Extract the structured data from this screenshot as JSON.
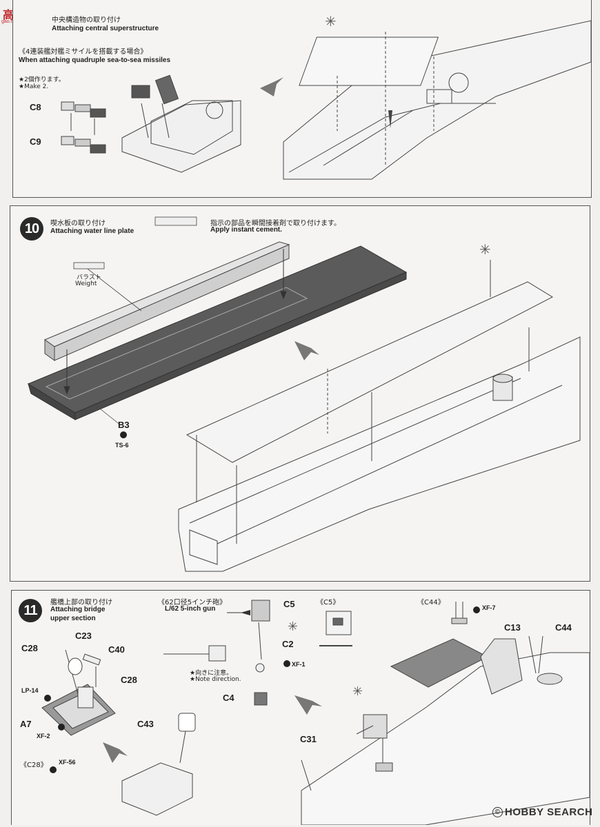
{
  "watermark": {
    "text": "高图网",
    "url": "gao.tutu.net"
  },
  "step9": {
    "title_jp": "中央構造物の取り付け",
    "title_en": "Attaching central superstructure",
    "option_jp": "《4連装艦対艦ミサイルを搭載する場合》",
    "option_en": "When attaching quadruple sea-to-sea missiles",
    "note_jp": "★2個作ります。",
    "note_en": "★Make 2.",
    "parts": [
      "C8",
      "C9"
    ]
  },
  "step10": {
    "number": "10",
    "title_jp": "喫水板の取り付け",
    "title_en": "Attaching water line plate",
    "cement_jp": "指示の部品を瞬間接着剤で取り付けます。",
    "cement_en": "Apply instant cement.",
    "weight_jp": "バラスト",
    "weight_en": "Weight",
    "part": "B3",
    "paint": "TS-6"
  },
  "step11": {
    "number": "11",
    "title_jp": "艦橋上部の取り付け",
    "title_en_1": "Attaching bridge",
    "title_en_2": "upper section",
    "gun_jp": "《62口径5インチ砲》",
    "gun_en": "L/62 5-inch gun",
    "note_jp": "★向きに注意。",
    "note_en": "★Note direction.",
    "sub_c5": "《C5》",
    "sub_c44": "《C44》",
    "sub_c28": "《C28》",
    "parts": {
      "c5": "C5",
      "c2": "C2",
      "c4": "C4",
      "c28a": "C28",
      "c23": "C23",
      "c40": "C40",
      "c28b": "C28",
      "a7": "A7",
      "c43": "C43",
      "c13": "C13",
      "c44": "C44",
      "c31": "C31"
    },
    "paints": {
      "lp14": "LP-14",
      "xf2": "XF-2",
      "xf1": "XF-1",
      "xf7": "XF-7",
      "xf56": "XF-56"
    }
  },
  "footer": {
    "brand": "HOBBY SEARCH"
  },
  "colors": {
    "hull_plate": "#5b5b5b",
    "weight": "#cfcfcf",
    "line": "#333333"
  }
}
